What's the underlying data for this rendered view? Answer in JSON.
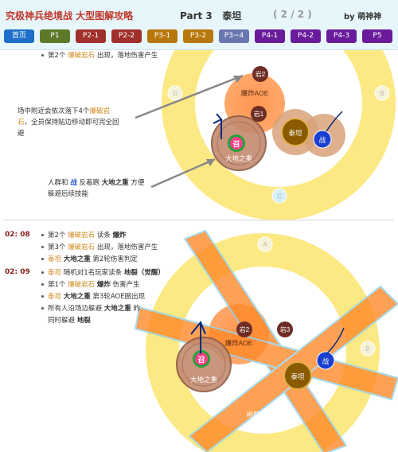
{
  "header": {
    "title": "究极神兵绝境战 大型图解攻略",
    "part": "Part 3",
    "part_name": "泰坦",
    "page": "( 2 / 2 )",
    "author": "by 萌神神"
  },
  "tabs": [
    {
      "label": "首页",
      "color": "#1d6fc9"
    },
    {
      "label": "P1",
      "color": "#5c7a2a"
    },
    {
      "label": "P2-1",
      "color": "#a0302c"
    },
    {
      "label": "P2-2",
      "color": "#a0302c"
    },
    {
      "label": "P3-1",
      "color": "#b8770a"
    },
    {
      "label": "P3-2",
      "color": "#b8770a"
    },
    {
      "label": "P3~4",
      "color": "#6a76b0"
    },
    {
      "label": "P4-1",
      "color": "#6a1b9a"
    },
    {
      "label": "P4-2",
      "color": "#6a1b9a"
    },
    {
      "label": "P4-3",
      "color": "#6a1b9a"
    },
    {
      "label": "P5",
      "color": "#6a1b9a"
    }
  ],
  "section1": {
    "top_note": [
      "第2个",
      "爆破岩石",
      "出现，落地伤害产生"
    ],
    "note1_a": "场中附近会依次落下4个",
    "note1_rock": "爆破岩",
    "note1_rock2": "石",
    "note1_b": "，全员保持贴边移动即可完全回",
    "note1_c": "避",
    "note2_a": "人群和",
    "note2_war": "战",
    "note2_b": "反着跑",
    "note2_earth": "大地之重",
    "note2_c": "方便",
    "note2_d": "躲避后续技能",
    "diagram": {
      "rock2": "岩2",
      "rock1": "岩1",
      "aoe": "爆炸AOE",
      "earth": "大地之重",
      "summon": "召",
      "titan": "泰坦",
      "war": "战",
      "marker_d": "D",
      "marker_b": "B",
      "marker_c": "C"
    }
  },
  "section2": {
    "time1": "02: 08",
    "time2": "02: 09",
    "events": [
      {
        "parts": [
          "第2个 ",
          "爆破岩石",
          " 读条 ",
          "爆炸"
        ]
      },
      {
        "parts": [
          "第3个 ",
          "爆破岩石",
          " 出现，落地伤害产生"
        ]
      },
      {
        "parts": [
          "泰坦",
          " ",
          "大地之重",
          " 第2轮伤害判定"
        ]
      },
      {
        "parts": [
          "泰坦",
          " 随机对1名玩家读条 ",
          "地裂（觉醒）"
        ]
      },
      {
        "parts": [
          "第1个 ",
          "爆破岩石",
          " ",
          "爆炸",
          " 伤害产生"
        ]
      },
      {
        "parts": [
          "泰坦",
          " ",
          "大地之重",
          " 第3轮AOE圈出现"
        ]
      },
      {
        "parts": [
          "所有人沿场边躲避 ",
          "大地之重",
          " 的"
        ]
      },
      {
        "parts": [
          "同时躲避 ",
          "地裂"
        ]
      }
    ],
    "diagram": {
      "rock2": "岩2",
      "rock3": "岩3",
      "aoe": "爆炸AOE",
      "earth": "大地之重",
      "summon": "召",
      "titan": "泰坦",
      "war": "战",
      "crack": "地裂",
      "marker_a": "A",
      "marker_b": "B"
    }
  }
}
